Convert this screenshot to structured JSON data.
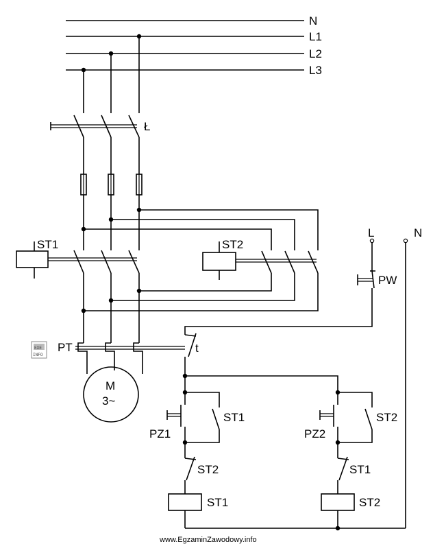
{
  "bus": {
    "n": "N",
    "l1": "L1",
    "l2": "L2",
    "l3": "L3"
  },
  "isolator": {
    "label": "Ł"
  },
  "contactors": {
    "st1": "ST1",
    "st2": "ST2"
  },
  "control_supply": {
    "l": "L",
    "n": "N"
  },
  "pushbuttons": {
    "pw": "PW",
    "pz1": "PZ1",
    "pz2": "PZ2"
  },
  "thermal": {
    "pt": "PT",
    "t": "t"
  },
  "motor": {
    "line1": "M",
    "line2": "3~"
  },
  "control": {
    "st1_aux": "ST1",
    "st2_aux": "ST2",
    "st2_interlock": "ST2",
    "st1_interlock": "ST1",
    "st1_coil": "ST1",
    "st2_coil": "ST2"
  },
  "watermark": {
    "badge_top": "EXE",
    "badge_bottom": "INFO"
  },
  "footer": {
    "url": "www.EgzaminZawodowy.info"
  }
}
